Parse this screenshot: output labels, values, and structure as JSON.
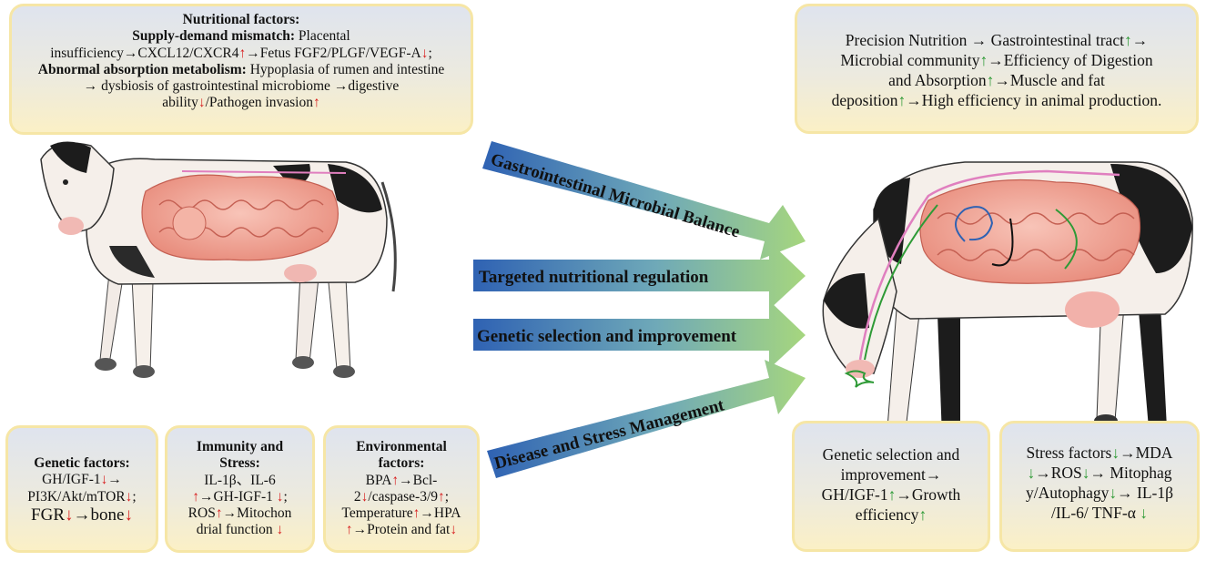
{
  "top_left": {
    "title": "Nutritional factors:",
    "l1_bold": "Supply-demand mismatch:",
    "l1_text": " Placental",
    "l2a": "insufficiency→CXCL12/CXCR4",
    "l2b": "→Fetus FGF2/PLGF/VEGF-A",
    "l2c": ";",
    "l3_bold": "Abnormal absorption metabolism:",
    "l3_text": " Hypoplasia of rumen and intestine",
    "l4": "→ dysbiosis of gastrointestinal microbiome →digestive",
    "l5a": "ability",
    "l5b": "/Pathogen invasion",
    "up": "↑",
    "down": "↓"
  },
  "top_right": {
    "l1a": "Precision Nutrition → Gastrointestinal tract",
    "l1b": "→",
    "l2a": "Microbial community",
    "l2b": "→Efficiency of Digestion",
    "l3a": "and Absorption",
    "l3b": "→Muscle and fat",
    "l4a": "deposition",
    "l4b": "→High efficiency in animal production.",
    "up": "↑"
  },
  "arrows": [
    {
      "label": "Gastrointestinal Microbial Balance"
    },
    {
      "label": "Targeted nutritional regulation"
    },
    {
      "label": "Genetic selection and improvement"
    },
    {
      "label": "Disease and Stress Management"
    }
  ],
  "bottom_genetic": {
    "title": "Genetic factors:",
    "l1a": "GH/IGF-1",
    "l1b": "→",
    "l2a": "PI3K/Akt/mTOR",
    "l2b": ";",
    "l3a": "FGR",
    "l3b": "→bone",
    "down": "↓"
  },
  "bottom_immunity": {
    "title1": "Immunity and",
    "title2": "Stress:",
    "l1": "IL-1β、IL-6",
    "l2a": "→GH-IGF-1 ",
    "l2b": ";",
    "l3a": "ROS",
    "l3b": "→Mitochon",
    "l4": "drial function ",
    "up": "↑",
    "down": "↓"
  },
  "bottom_env": {
    "title1": "Environmental",
    "title2": "factors:",
    "l1a": "BPA",
    "l1b": "→Bcl-",
    "l2a": "2",
    "l2b": "/caspase-3/9",
    "l2c": ";",
    "l3a": "Temperature",
    "l3b": "→HPA",
    "l4a": "→Protein and fat",
    "up": "↑",
    "down": "↓"
  },
  "bottom_right1": {
    "l1": "Genetic selection and",
    "l2": "improvement→",
    "l3a": "GH/IGF-1",
    "l3b": "→Growth",
    "l4a": "efficiency",
    "up": "↑"
  },
  "bottom_right2": {
    "l1a": "Stress factors",
    "l1b": "→MDA",
    "l2a": "→ROS",
    "l2b": "→ Mitophag",
    "l3a": "y/Autophagy",
    "l3b": "→ IL-1β",
    "l4": "/IL-6/ TNF-α ",
    "down": "↓"
  },
  "colors": {
    "arrow_start": "#2f62b3",
    "arrow_end": "#9ed47a",
    "box_border": "#f6e6a6",
    "red_arrow": "#d81e1e",
    "green_arrow": "#2e9a36",
    "intestine": "#f2a79a",
    "cow_black": "#1c1c1c"
  }
}
